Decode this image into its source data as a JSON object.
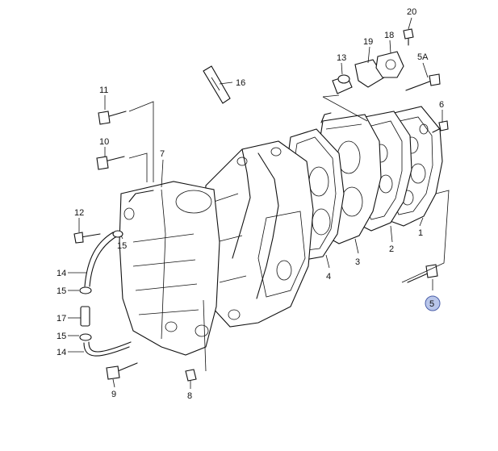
{
  "labels": {
    "p1": "1",
    "p2": "2",
    "p3": "3",
    "p4": "4",
    "p5": "5",
    "p5a": "5A",
    "p6": "6",
    "p7": "7",
    "p8": "8",
    "p9": "9",
    "p10": "10",
    "p11": "11",
    "p12": "12",
    "p13": "13",
    "p14a": "14",
    "p14b": "14",
    "p15a": "15",
    "p15b": "15",
    "p15c": "15",
    "p16": "16",
    "p17": "17",
    "p18": "18",
    "p19": "19",
    "p20": "20"
  },
  "colors": {
    "highlight_fill": "#b9c6ea",
    "highlight_stroke": "#4a5ea8",
    "line": "#111111"
  }
}
